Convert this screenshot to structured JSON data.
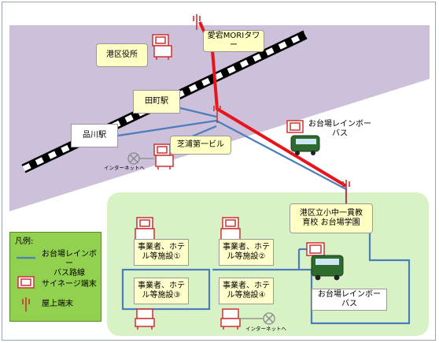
{
  "places": {
    "minato_ward_office": "港区役所",
    "atago_tower": "愛宕MORIタワー",
    "tamachi_station": "田町駅",
    "shinagawa_station": "品川駅",
    "shibaura_building": "芝浦第一ビル",
    "school": "港区立小中一貫教\n育校  お台場学園",
    "facility_1": "事業者、ホテ\nル等施設①",
    "facility_2": "事業者、ホテ\nル等施設②",
    "facility_3": "事業者、ホテ\nル等施設③",
    "facility_4": "事業者、ホテ\nル等施設④"
  },
  "labels": {
    "bus_top": "お台場レインボー\nバス",
    "bus_bottom": "お台場レインボー\nバス",
    "internet_left": "インターネットへ",
    "internet_bottom": "インターネットへ"
  },
  "legend": {
    "title": "凡例:",
    "bus_route": "お台場レインボー\nバス路線",
    "signage_terminal": "サイネージ端末",
    "rooftop_terminal": "屋上端末"
  },
  "colors": {
    "upper_region": "#ccc0da",
    "lower_region": "#d8f2c5",
    "legend_bg": "#92d050",
    "bus_route": "#4a7ebb",
    "red_link": "#e8141b",
    "signage": "#cc3333"
  }
}
